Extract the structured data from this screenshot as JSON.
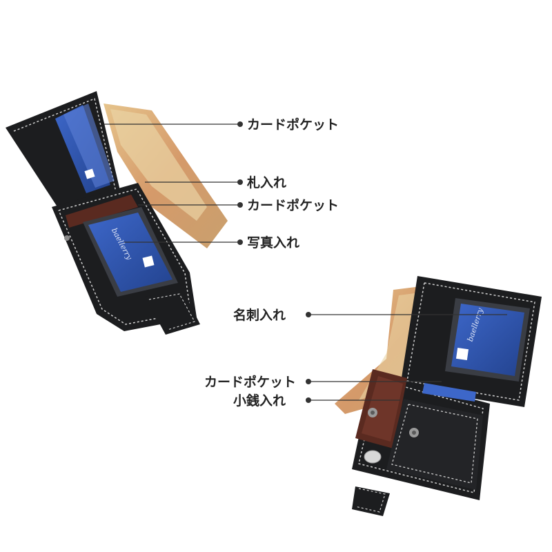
{
  "callouts": {
    "card_pocket_top": "カードポケット",
    "bill_compartment": "札入れ",
    "card_pocket_mid": "カードポケット",
    "photo_holder": "写真入れ",
    "card_holder": "名刺入れ",
    "card_pocket_bottom": "カードポケット",
    "coin_purse": "小銭入れ"
  },
  "brand": {
    "wallet_logo": "baellerry",
    "card_logo": "baellerry"
  },
  "colors": {
    "leather": "#1c1d1f",
    "stitch": "#cfcfcf",
    "card_blue": "#2f57b8",
    "lining_brown": "#5a2a20",
    "bill_tan": "#d9b27a",
    "callout_line": "#333333"
  }
}
